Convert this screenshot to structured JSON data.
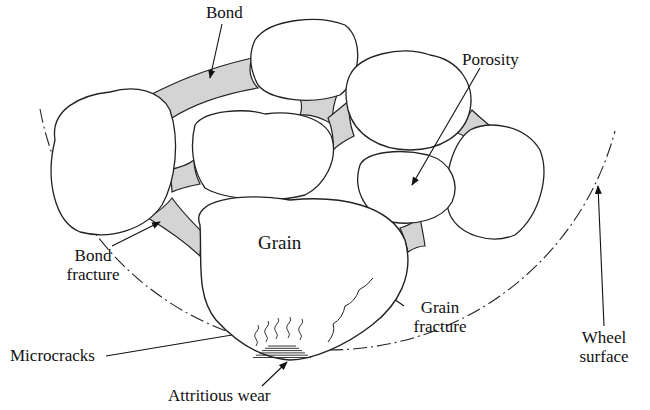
{
  "diagram": {
    "nodes": [
      {
        "text": [
          "Grain"
        ]
      }
    ],
    "labels": [
      "Bond",
      "Porosity",
      "Bond fracture",
      "Grain fracture",
      "Wheel surface",
      "Microcracks",
      "Attritious wear"
    ]
  }
}
